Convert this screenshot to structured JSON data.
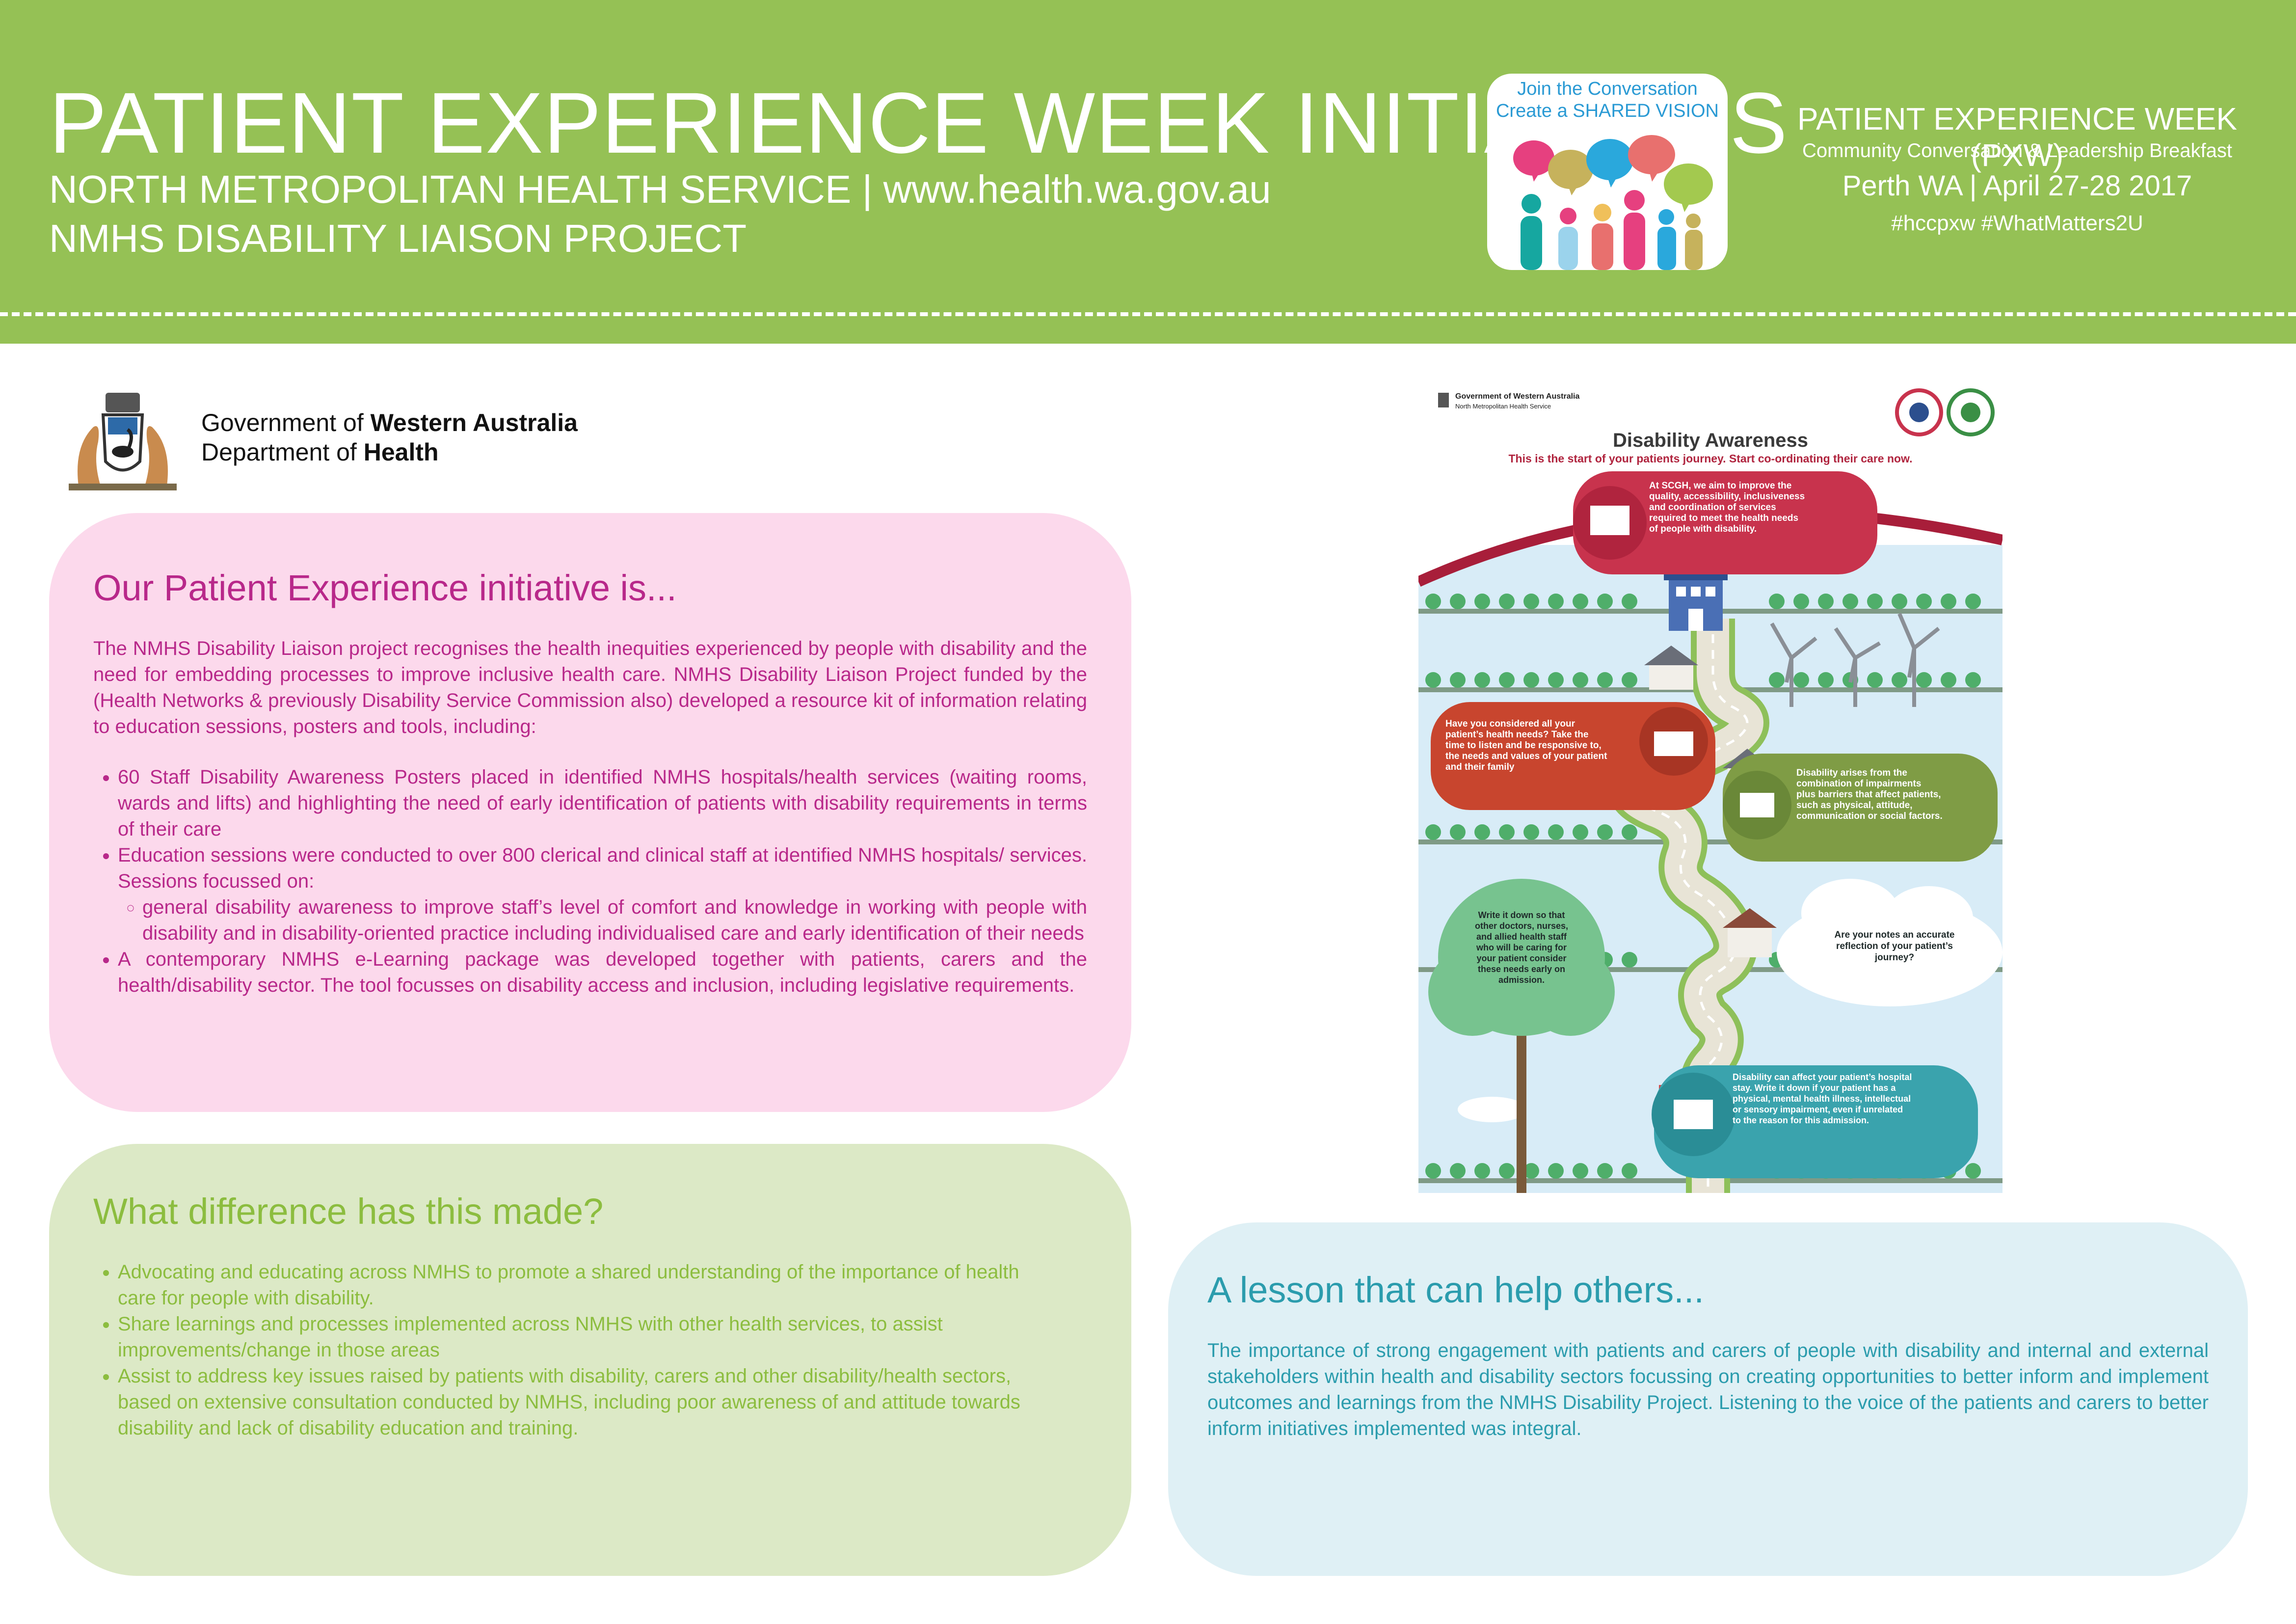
{
  "header": {
    "title": "PATIENT EXPERIENCE WEEK INITIATIVES",
    "subtitle1": "NORTH METROPOLITAN HEALTH SERVICE | www.health.wa.gov.au",
    "subtitle2": "NMHS DISABILITY LIAISON PROJECT",
    "logo_line1": "Join the Conversation",
    "logo_line2": "Create a SHARED VISION",
    "pxw_title": "PATIENT EXPERIENCE WEEK (PXW)",
    "pxw_sub": "Community Conversation & Leadership Breakfast",
    "pxw_place": "Perth WA | April 27-28 2017",
    "pxw_tags": "#hccpxw #WhatMatters2U",
    "color": "#95c155"
  },
  "gov": {
    "line1_pre": "Government of ",
    "line1_bold": "Western Australia",
    "line2_pre": "Department of ",
    "line2_bold": "Health"
  },
  "initiative": {
    "title": "Our Patient Experience initiative is...",
    "intro": "The NMHS Disability Liaison project recognises the health inequities experienced by people with disability and the need for embedding processes to improve inclusive health care.  NMHS Disability Liaison Project funded by the (Health Networks & previously Disability Service Commission also) developed a resource kit of information relating to education sessions, posters and tools, including:",
    "bullet1": "60 Staff Disability Awareness Posters placed in identified NMHS hospitals/health services (waiting rooms, wards and lifts) and highlighting the need of early identification of patients with disability requirements in terms of their care",
    "bullet2": "Education sessions were conducted to over 800 clerical and clinical staff at identified NMHS hospitals/ services. Sessions focussed on:",
    "bullet2_sub": "general disability awareness to improve staff’s level of comfort and knowledge in working with people with disability and in disability-oriented practice including individualised care and early identification of their needs",
    "bullet3": "A contemporary NMHS e-Learning package was developed together with patients, carers and the health/disability sector. The tool focusses on disability access and inclusion, including legislative requirements.",
    "color": "#b8288a"
  },
  "difference": {
    "title": "What difference has this made?",
    "bullet1": "Advocating and educating across NMHS to promote a shared understanding of the importance of health care for people with disability.",
    "bullet2": "Share learnings and processes implemented across NMHS with other health services, to assist improvements/change in those areas",
    "bullet3": "Assist to address key issues raised by patients with disability, carers and other disability/health sectors, based on extensive consultation conducted by NMHS, including poor awareness of and attitude towards disability and lack of disability education and training.",
    "color": "#8cbd3f"
  },
  "lesson": {
    "title": "A lesson that can help others...",
    "body": "The importance of strong engagement with patients and carers of people with disability and internal and external stakeholders within health and disability sectors focussing on creating opportunities to better inform and implement outcomes and learnings from the NMHS Disability Project. Listening to the voice of the patients and carers to better inform initiatives implemented was integral.",
    "color": "#2b9cad"
  },
  "poster": {
    "gov_line1": "Government of Western Australia",
    "gov_line2": "North Metropolitan Health Service",
    "title": "Disability Awareness",
    "tagline": "This is the start of your patients journey. Start co-ordinating their care now.",
    "bubble1": [
      "At SCGH, we aim to improve the",
      "quality, accessibility, inclusiveness",
      "and coordination of services",
      "required to meet the health needs",
      "of people with disability."
    ],
    "bubble2": [
      "Have you considered all your",
      "patient’s health needs? Take the",
      "time to listen and be responsive to,",
      "the needs and values of your patient",
      "and their family"
    ],
    "bubble3": [
      "Disability arises from the",
      "combination of impairments",
      "plus barriers that affect patients,",
      "such as physical, attitude,",
      "communication or social factors."
    ],
    "cloud1": [
      "Write it down so that",
      "other doctors, nurses,",
      "and allied health staff",
      "who will be caring for",
      "your patient consider",
      "these needs early on",
      "admission."
    ],
    "cloud2": [
      "Are your notes an accurate",
      "reflection of your patient’s",
      "journey?"
    ],
    "bubble4": [
      "Disability can affect your patient’s hospital",
      "stay. Write it down if your patient has a",
      "physical, mental health illness, intellectual",
      "or sensory impairment, even if unrelated",
      "to the reason for this admission."
    ]
  }
}
